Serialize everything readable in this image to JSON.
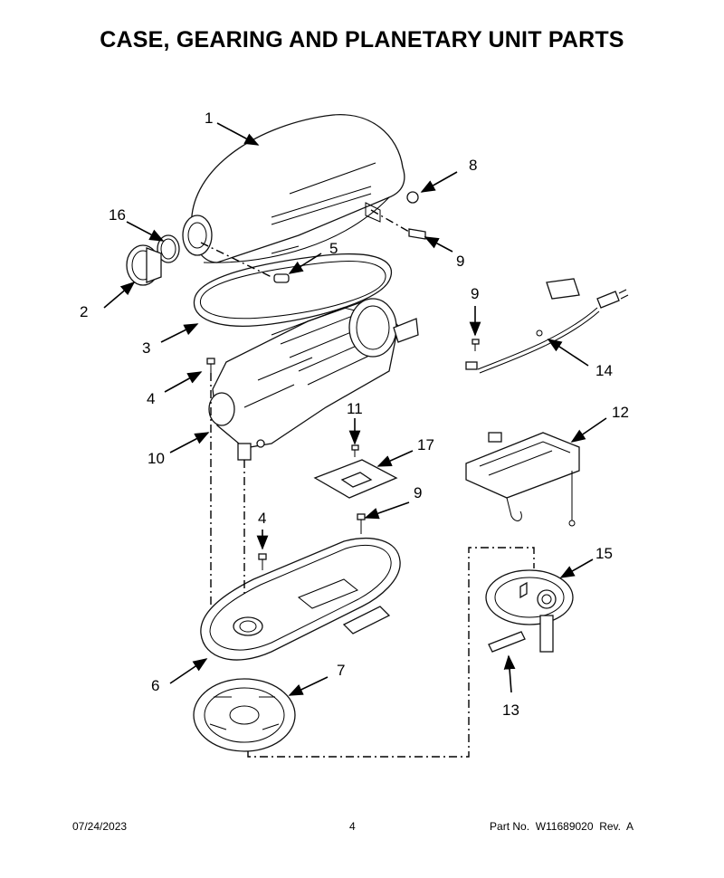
{
  "title": "CASE, GEARING AND PLANETARY UNIT PARTS",
  "callouts": {
    "c1": "1",
    "c2": "2",
    "c3": "3",
    "c4a": "4",
    "c4b": "4",
    "c5": "5",
    "c6": "6",
    "c7": "7",
    "c8": "8",
    "c9a": "9",
    "c9b": "9",
    "c9c": "9",
    "c10": "10",
    "c11": "11",
    "c12": "12",
    "c13": "13",
    "c14": "14",
    "c15": "15",
    "c16": "16",
    "c17": "17"
  },
  "footer": {
    "date": "07/24/2023",
    "page": "4",
    "part": "Part No.  W11689020  Rev.  A"
  }
}
